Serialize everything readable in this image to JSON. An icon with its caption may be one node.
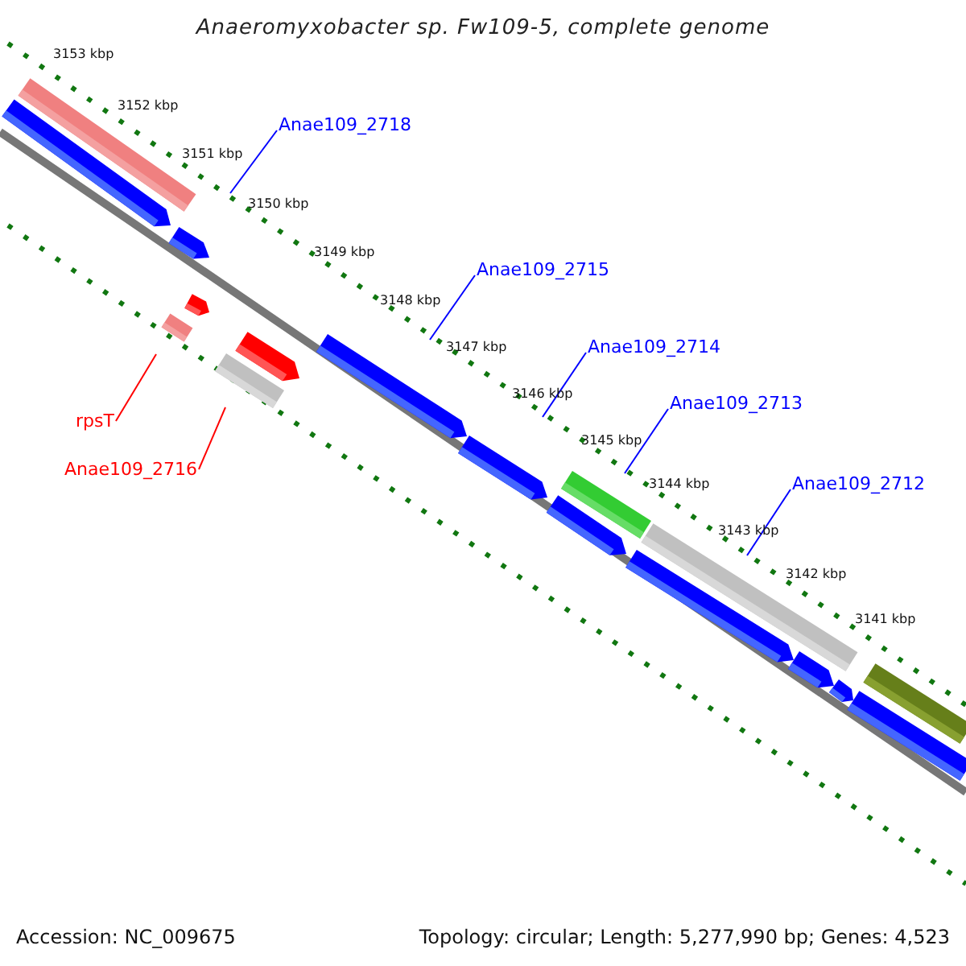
{
  "diagram": {
    "title": "Anaeromyxobacter sp. Fw109-5, complete genome",
    "nodes": [
      {
        "text": [
          "Anae109_2718"
        ]
      },
      {
        "text": [
          "Anae109_2715"
        ]
      },
      {
        "text": [
          "Anae109_2714"
        ]
      },
      {
        "text": [
          "Anae109_2713"
        ]
      },
      {
        "text": [
          "Anae109_2712"
        ]
      },
      {
        "text": [
          "rpsT"
        ]
      },
      {
        "text": [
          "Anae109_2716"
        ]
      },
      {
        "text": [],
        "shape": "bar"
      },
      {
        "text": [],
        "shape": "bar"
      },
      {
        "text": [],
        "shape": "bar"
      },
      {
        "text": [],
        "shape": "bar"
      },
      {
        "text": [],
        "shape": "bar"
      },
      {
        "text": [],
        "shape": "bar"
      },
      {
        "text": [],
        "shape": "bar"
      }
    ],
    "edges": [
      {
        "from": 0,
        "to": 7,
        "arrow": "none"
      },
      {
        "from": 1,
        "to": 8,
        "arrow": "none"
      },
      {
        "from": 2,
        "to": 9,
        "arrow": "none"
      },
      {
        "from": 3,
        "to": 10,
        "arrow": "none"
      },
      {
        "from": 4,
        "to": 11,
        "arrow": "none"
      },
      {
        "from": 5,
        "to": 12,
        "arrow": "none",
        "color": "#ff0000"
      },
      {
        "from": 6,
        "to": 13,
        "arrow": "none",
        "color": "#ff0000"
      }
    ],
    "labels": [
      "3153 kbp",
      "3152 kbp",
      "3151 kbp",
      "3150 kbp",
      "3149 kbp",
      "3148 kbp",
      "3147 kbp",
      "3146 kbp",
      "3145 kbp",
      "3144 kbp",
      "3143 kbp",
      "3142 kbp",
      "3141 kbp",
      "Accession: NC_009675",
      "Topology: circular; Length: 5,277,990 bp; Genes: 4,523"
    ]
  }
}
